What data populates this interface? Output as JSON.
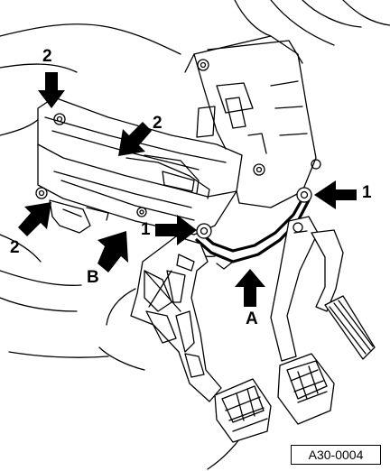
{
  "figure": {
    "reference_code": "A30-0004",
    "callouts": {
      "label_2_top": "2",
      "label_2_mid": "2",
      "label_2_left": "2",
      "label_1_right": "1",
      "label_1_mid": "1",
      "label_A": "A",
      "label_B": "B"
    },
    "colors": {
      "line": "#000000",
      "background": "#ffffff",
      "highlight": "#000000"
    }
  }
}
